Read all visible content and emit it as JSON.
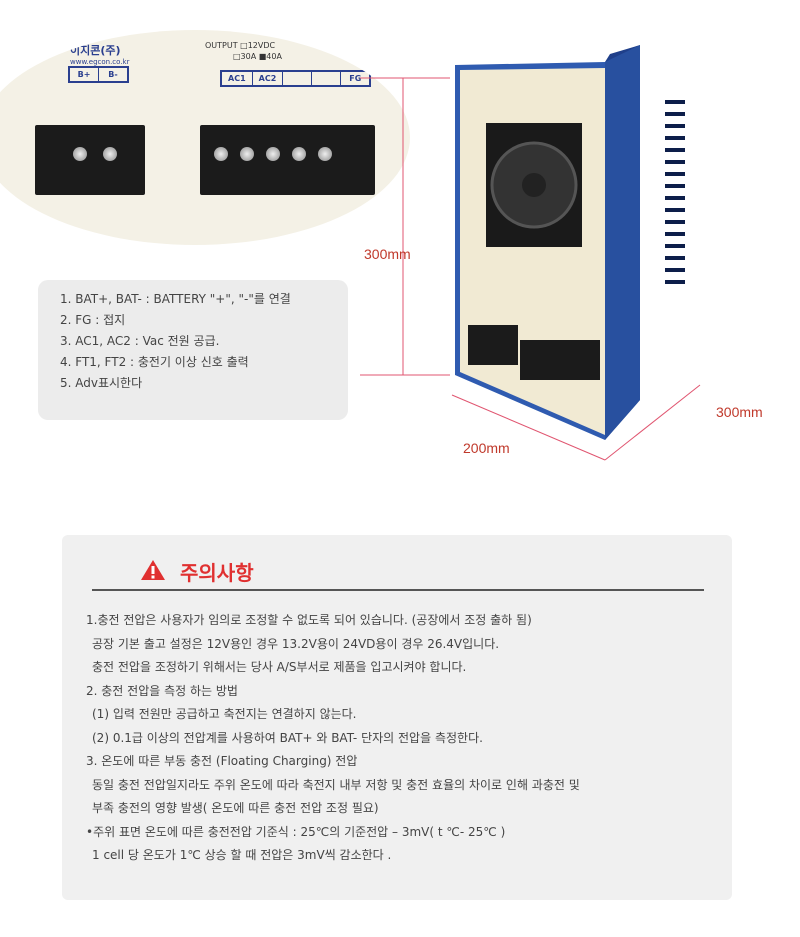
{
  "terminal_photo": {
    "brand": "이지콘(주)",
    "website": "www.egcon.co.kr",
    "output_label": "OUTPUT",
    "output_options": [
      "12VDC",
      "30A",
      "40A"
    ],
    "battery_terminals": [
      "B+",
      "B-"
    ],
    "ac_terminals": [
      "AC1",
      "AC2",
      "",
      "",
      "FG"
    ]
  },
  "info_list": [
    "1. BAT+, BAT- : BATTERY \"+\", \"-\"를 연결",
    "2. FG : 접지",
    "3. AC1, AC2 : Vac 전원 공급.",
    "4. FT1, FT2 : 충전기 이상 신호 출력",
    "5. Adv표시한다"
  ],
  "dimensions": {
    "height": "300mm",
    "width": "200mm",
    "depth": "300mm"
  },
  "colors": {
    "accent": "#e03030",
    "device_blue": "#2f5bb0",
    "panel": "#f1ead3"
  },
  "caution": {
    "title": "주의사항",
    "icon": "warning-triangle-icon",
    "lines": [
      "1.충전 전압은 사용자가 임의로 조정할 수 없도록 되어 있습니다. (공장에서 조정 출하 됨)",
      " 공장 기본 출고 설정은 12V용인 경우 13.2V용이 24VD용이 경우  26.4V입니다.",
      " 충전 전압을 조정하기 위해서는 당사 A/S부서로 제품을 입고시켜야 합니다.",
      "2. 충전 전압을 측정 하는 방법",
      " (1) 입력 전원만 공급하고 축전지는 연결하지 않는다.",
      " (2) 0.1급 이상의 전압계를 사용하여 BAT+ 와 BAT- 단자의 전압을 측정한다.",
      "3. 온도에 따른 부동 충전 (Floating Charging) 전압",
      " 동일 충전 전압일지라도 주위 온도에 따라 축전지 내부 저항 및 충전 효율의 차이로 인해 과충전 및",
      " 부족 충전의 영향 발생( 온도에 따른 충전 전압 조정 필요)",
      "•주위 표면 온도에 따른 충전전압 기준식 : 25℃의 기준전압 – 3mV( t ℃- 25℃ )",
      " 1 cell 당 온도가 1℃ 상승 할 때 전압은 3mV씩 감소한다 ."
    ]
  }
}
